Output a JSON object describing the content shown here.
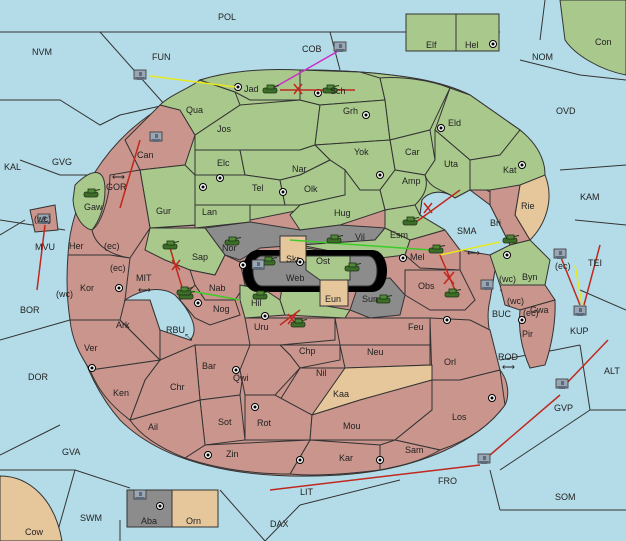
{
  "colors": {
    "sea": "#b4dce8",
    "green_power": "#a9c88c",
    "red_power": "#c9958c",
    "neutral": "#e6c79c",
    "impassable": "#8c8c8c",
    "order_move_red": "#c0281e",
    "order_support_yellow": "#e8e81e",
    "order_support_green": "#3ccc28",
    "order_convoy_magenta": "#cc2ccc"
  },
  "labels": {
    "POL": "POL",
    "NVM": "NVM",
    "FUN": "FUN",
    "COB": "COB",
    "NOM": "NOM",
    "Con": "Con",
    "OVD": "OVD",
    "Elf": "Elf",
    "Hel": "Hel",
    "KAL": "KAL",
    "GVG": "GVG",
    "KAM": "KAM",
    "TEI": "TEI",
    "KUP": "KUP",
    "ALT": "ALT",
    "BOR": "BOR",
    "DOR": "DOR",
    "GVA": "GVA",
    "SWM": "SWM",
    "DAX": "DAX",
    "LIT": "LIT",
    "FRO": "FRO",
    "SOM": "SOM",
    "GVP": "GVP",
    "ROD": "ROD",
    "BUC": "BUC",
    "SMA": "SMA",
    "MIT": "MIT",
    "RBU": "RBU",
    "GOR": "GOR",
    "MVU": "MVU",
    "Cow": "Cow",
    "Aba": "Aba",
    "Orn": "Orn",
    "Jad": "Jad",
    "Sch": "Sch",
    "Qua": "Qua",
    "Jos": "Jos",
    "Grh": "Grh",
    "Eld": "Eld",
    "Can": "Can",
    "Elc": "Elc",
    "Nar": "Nar",
    "Yok": "Yok",
    "Car": "Car",
    "Uta": "Uta",
    "Kat": "Kat",
    "Tel": "Tel",
    "Olk": "Olk",
    "Amp": "Amp",
    "Gur": "Gur",
    "Lan": "Lan",
    "Hug": "Hug",
    "Gaw": "Gaw",
    "Esm": "Esm",
    "Bri": "Bri",
    "Rie": "Rie",
    "Nor": "Nor",
    "Skr": "Skr",
    "Vil": "Vil",
    "Her": "Her",
    "Sap": "Sap",
    "Ost": "Ost",
    "Mel": "Mel",
    "Web": "Web",
    "Byn": "Byn",
    "Kor": "Kor",
    "Nab": "Nab",
    "Obs": "Obs",
    "Eun": "Eun",
    "Sun": "Sun",
    "Gwa": "Gwa",
    "Hil": "Hil",
    "Nog": "Nog",
    "Pir": "Pir",
    "Ark": "Ark",
    "Uru": "Uru",
    "Feu": "Feu",
    "Ver": "Ver",
    "Chp": "Chp",
    "Neu": "Neu",
    "Orl": "Orl",
    "Bar": "Bar",
    "Qwi": "Qwi",
    "Nil": "Nil",
    "Ken": "Ken",
    "Chr": "Chr",
    "Kaa": "Kaa",
    "Sot": "Sot",
    "Rot": "Rot",
    "Los": "Los",
    "Ail": "Ail",
    "Mou": "Mou",
    "Zin": "Zin",
    "Kar": "Kar",
    "Sam": "Sam"
  },
  "coast_tags": {
    "wc_mvu": "(wc)",
    "ec_her": "(ec)",
    "ec_kor": "(ec)",
    "wc_kor": "(wc)",
    "wc_byn": "(wc)",
    "ec_byn": "(ec)",
    "ec_gwa": "(ec)",
    "wc_gwa": "(wc)"
  },
  "unit_icons": {
    "army": "tank-icon",
    "fleet": "ship-icon"
  }
}
